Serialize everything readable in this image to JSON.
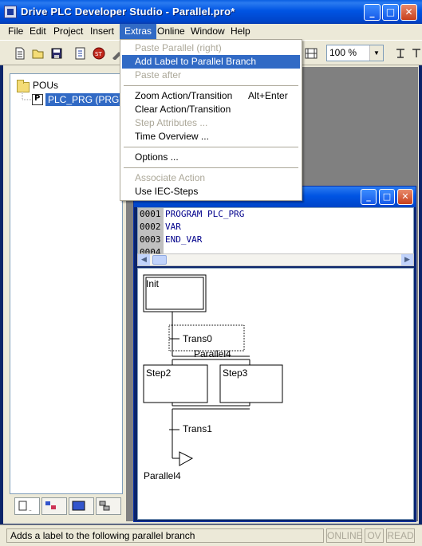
{
  "window": {
    "title": "Drive PLC Developer Studio - Parallel.pro*"
  },
  "menubar": {
    "items": [
      {
        "label": "File"
      },
      {
        "label": "Edit"
      },
      {
        "label": "Project"
      },
      {
        "label": "Insert"
      },
      {
        "label": "Extras"
      },
      {
        "label": "Online"
      },
      {
        "label": "Window"
      },
      {
        "label": "Help"
      }
    ]
  },
  "toolbar": {
    "zoom_value": "100 %"
  },
  "extras_menu": {
    "items": [
      {
        "label": "Paste Parallel (right)",
        "shortcut": "",
        "state": "disabled"
      },
      {
        "label": "Add Label to Parallel Branch",
        "shortcut": "",
        "state": "highlighted"
      },
      {
        "label": "Paste after",
        "shortcut": "",
        "state": "disabled"
      },
      {
        "label": "Zoom Action/Transition",
        "shortcut": "Alt+Enter",
        "state": "enabled"
      },
      {
        "label": "Clear Action/Transition",
        "shortcut": "",
        "state": "enabled"
      },
      {
        "label": "Step Attributes ...",
        "shortcut": "",
        "state": "disabled"
      },
      {
        "label": "Time Overview ...",
        "shortcut": "",
        "state": "enabled"
      },
      {
        "label": "Options ...",
        "shortcut": "",
        "state": "enabled"
      },
      {
        "label": "Associate Action",
        "shortcut": "",
        "state": "disabled"
      },
      {
        "label": "Use IEC-Steps",
        "shortcut": "",
        "state": "enabled"
      }
    ]
  },
  "tree": {
    "root": "POUs",
    "items": [
      {
        "label": "PLC_PRG (PRG)"
      }
    ]
  },
  "editor": {
    "declaration_lines": [
      {
        "no": "0001",
        "code": "PROGRAM PLC_PRG"
      },
      {
        "no": "0002",
        "code": "VAR"
      },
      {
        "no": "0003",
        "code": "END_VAR"
      },
      {
        "no": "0004",
        "code": ""
      }
    ],
    "sfc": {
      "init_step": "Init",
      "trans0": "Trans0",
      "parallel_label": "Parallel4",
      "step2": "Step2",
      "step3": "Step3",
      "trans1": "Trans1",
      "jump_target": "Parallel4"
    }
  },
  "statusbar": {
    "message": "Adds a label to the following parallel branch",
    "online": "ONLINE",
    "ov": "OV",
    "read": "READ"
  }
}
